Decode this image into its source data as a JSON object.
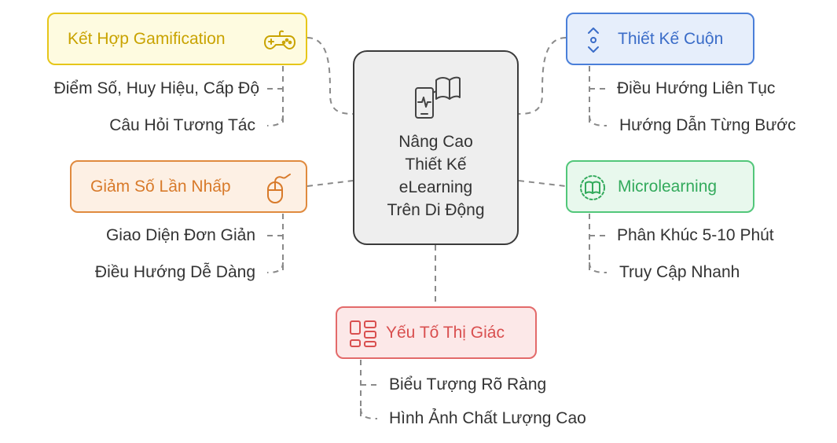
{
  "center": {
    "title": "Nâng Cao\nThiết Kế\neLearning\nTrên Di Động",
    "icon": "mobile-book-icon"
  },
  "branches": {
    "gamification": {
      "title": "Kết Hợp Gamification",
      "icon": "gamepad-icon",
      "color": "#e6c619",
      "fill": "#fefbe0",
      "text_color": "#c9a300",
      "items": [
        "Điểm Số, Huy Hiệu, Cấp Độ",
        "Câu Hỏi Tương Tác"
      ]
    },
    "scroll": {
      "title": "Thiết Kế Cuộn",
      "icon": "scroll-arrows-icon",
      "color": "#4a7fd9",
      "fill": "#e6eefb",
      "text_color": "#3a6cc8",
      "items": [
        "Điều Hướng Liên Tục",
        "Hướng Dẫn Từng Bước"
      ]
    },
    "clicks": {
      "title": "Giảm Số Lần Nhấp",
      "icon": "mouse-icon",
      "color": "#e08a3e",
      "fill": "#fdf0e4",
      "text_color": "#d87a2a",
      "items": [
        "Giao Diện Đơn Giản",
        "Điều Hướng Dễ Dàng"
      ]
    },
    "microlearning": {
      "title": "Microlearning",
      "icon": "book-cycle-icon",
      "color": "#52c77a",
      "fill": "#e8f8ed",
      "text_color": "#33aa5c",
      "items": [
        "Phân Khúc 5-10 Phút",
        "Truy Cập Nhanh"
      ]
    },
    "visual": {
      "title": "Yếu Tố Thị Giác",
      "icon": "layout-grid-icon",
      "color": "#e36a6a",
      "fill": "#fce8e8",
      "text_color": "#d94f4f",
      "items": [
        "Biểu Tượng Rõ Ràng",
        "Hình Ảnh Chất Lượng Cao"
      ]
    }
  }
}
